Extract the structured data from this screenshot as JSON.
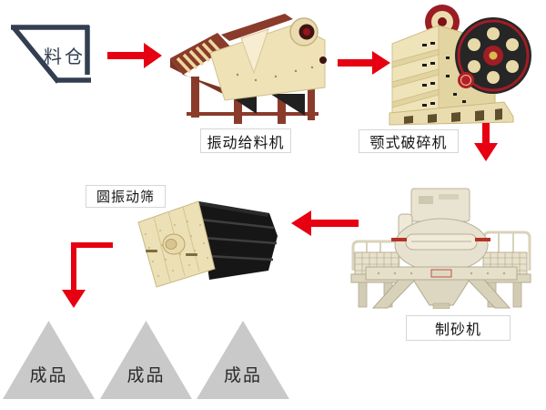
{
  "diagram": {
    "type": "process-flow",
    "background": "#ffffff",
    "arrow_color": "#e60012",
    "outline_color": "#333f50",
    "nodes": {
      "silo": {
        "label": "料仓",
        "shape": "hopper-outline"
      },
      "feeder": {
        "label": "振动给料机",
        "kind": "machine-photo"
      },
      "jaw_crusher": {
        "label": "颚式破碎机",
        "kind": "machine-photo"
      },
      "sand_maker": {
        "label": "制砂机",
        "kind": "machine-photo"
      },
      "vibrating_screen": {
        "label": "圆振动筛",
        "kind": "machine-photo"
      },
      "products": [
        {
          "label": "成品",
          "shape": "gray-triangle"
        },
        {
          "label": "成品",
          "shape": "gray-triangle"
        },
        {
          "label": "成品",
          "shape": "gray-triangle"
        }
      ]
    },
    "arrows": [
      {
        "from": "silo",
        "to": "feeder",
        "direction": "right"
      },
      {
        "from": "feeder",
        "to": "jaw_crusher",
        "direction": "right"
      },
      {
        "from": "jaw_crusher",
        "to": "sand_maker",
        "direction": "down"
      },
      {
        "from": "sand_maker",
        "to": "vibrating_screen",
        "direction": "left"
      },
      {
        "from": "vibrating_screen",
        "to": "products",
        "direction": "elbow-down"
      }
    ],
    "machine_colors": {
      "body_cream": "#ece0b4",
      "frame_dark_red": "#8a3b2a",
      "flywheel_black": "#262626",
      "flywheel_rim_red": "#9c1c24",
      "sand_maker_cream": "#e9e3d1",
      "screen_deck_black": "#161616",
      "product_triangle_gray": "#c9c9c9"
    }
  }
}
